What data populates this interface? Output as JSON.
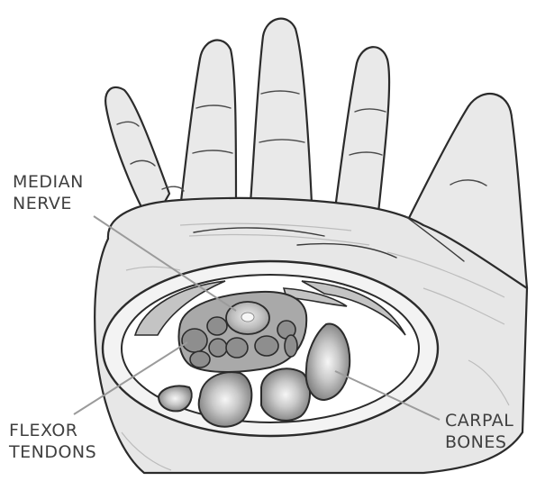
{
  "labels": {
    "median_nerve": {
      "line1": "MEDIAN",
      "line2": "NERVE"
    },
    "flexor_tendons": {
      "line1": "FLEXOR",
      "line2": "TENDONS"
    },
    "carpal_bones": {
      "line1": "CARPAL",
      "line2": "BONES"
    }
  },
  "colors": {
    "outline": "#2b2b2b",
    "skin": "#e8e8e8",
    "skin_shade": "#cfcfcf",
    "tendon": "#9a9a9a",
    "bone": "#8a8a8a",
    "bone_highlight": "#f4f4f4",
    "leader_line": "#9b9b9b",
    "label_text": "#3f3f3f"
  }
}
